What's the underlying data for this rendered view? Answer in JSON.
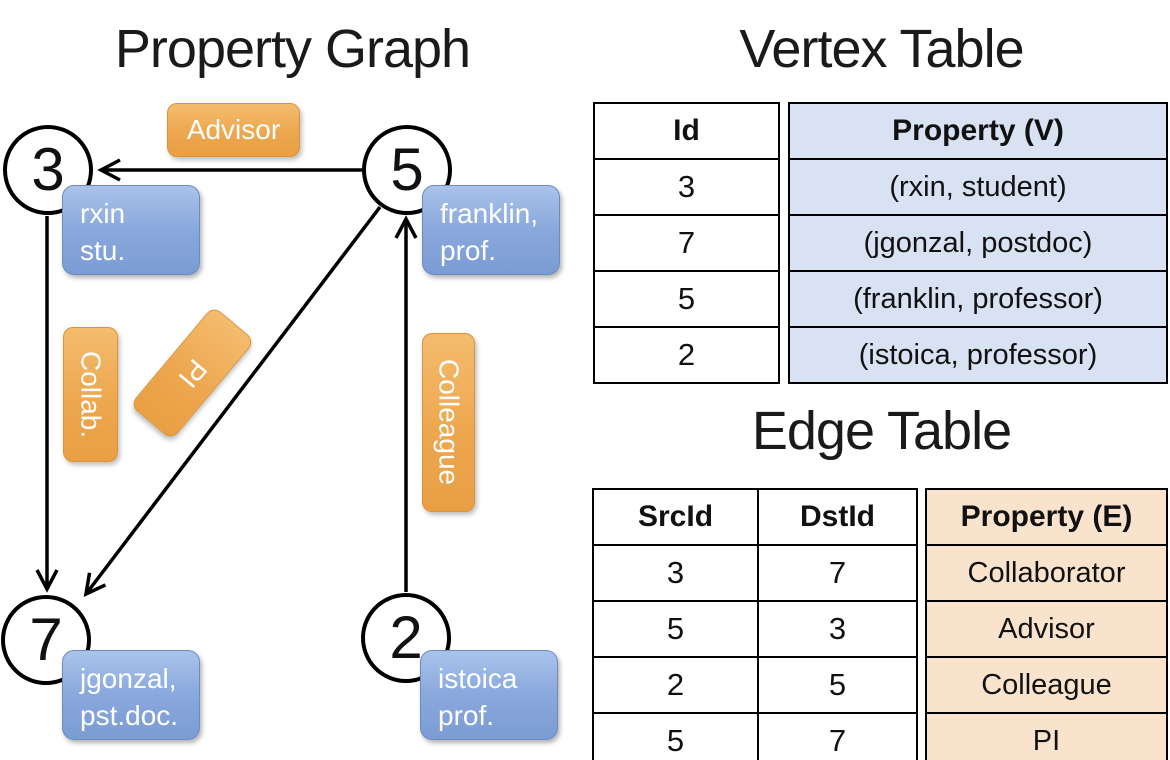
{
  "graph": {
    "title": "Property Graph",
    "nodes": [
      {
        "id": "3",
        "property_line1": "rxin",
        "property_line2": "stu."
      },
      {
        "id": "5",
        "property_line1": "franklin,",
        "property_line2": "prof."
      },
      {
        "id": "7",
        "property_line1": "jgonzal,",
        "property_line2": "pst.doc."
      },
      {
        "id": "2",
        "property_line1": "istoica",
        "property_line2": "prof."
      }
    ],
    "edges": [
      {
        "label": "Advisor",
        "from": "5",
        "to": "3"
      },
      {
        "label": "Collab.",
        "from": "3",
        "to": "7"
      },
      {
        "label": "PI",
        "from": "5",
        "to": "7"
      },
      {
        "label": "Colleague",
        "from": "2",
        "to": "5"
      }
    ]
  },
  "vertex_table": {
    "title": "Vertex Table",
    "id_header": "Id",
    "property_header": "Property (V)",
    "rows": [
      {
        "id": "3",
        "property": "(rxin, student)"
      },
      {
        "id": "7",
        "property": "(jgonzal, postdoc)"
      },
      {
        "id": "5",
        "property": "(franklin, professor)"
      },
      {
        "id": "2",
        "property": "(istoica, professor)"
      }
    ]
  },
  "edge_table": {
    "title": "Edge Table",
    "src_header": "SrcId",
    "dst_header": "DstId",
    "property_header": "Property (E)",
    "rows": [
      {
        "src": "3",
        "dst": "7",
        "property": "Collaborator"
      },
      {
        "src": "5",
        "dst": "3",
        "property": "Advisor"
      },
      {
        "src": "2",
        "dst": "5",
        "property": "Colleague"
      },
      {
        "src": "5",
        "dst": "7",
        "property": "PI"
      }
    ]
  },
  "colors": {
    "edge_label_fill": "#eda74f",
    "vertex_label_fill": "#89a8dc",
    "vertex_cell_bg": "#d8e2f3",
    "edge_cell_bg": "#f9e3cd",
    "line_color": "#000000"
  }
}
